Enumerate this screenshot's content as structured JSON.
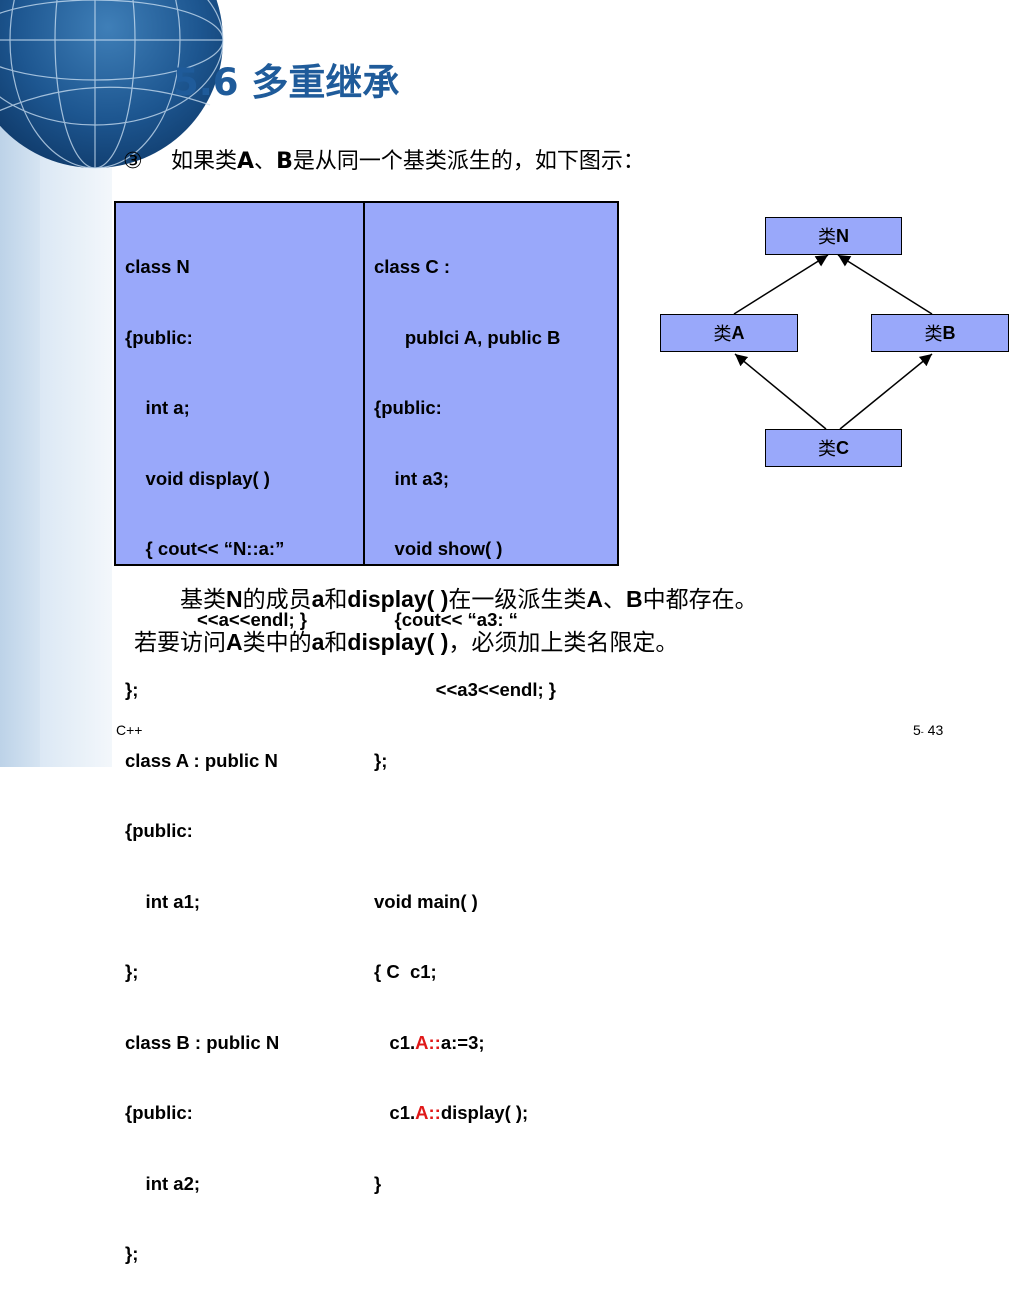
{
  "slide": {
    "title": "5.6 多重继承",
    "bullet": {
      "marker": "③",
      "text_1": "如果类",
      "A": "A",
      "sep": "、",
      "B": "B",
      "text_2": "是从同一个基类派生的，如下图示："
    },
    "code_left": [
      "class N",
      "{public:",
      "    int a;",
      "    void display( )",
      "    { cout<< “N::a:”",
      "              <<a<<endl; }",
      "};",
      "class A : public N",
      "{public:",
      "    int a1;",
      "};",
      "class B : public N",
      "{public:",
      "    int a2;",
      "};"
    ],
    "code_right": {
      "lines_before": [
        "class C :",
        "      publci A, public B",
        "{public:",
        "    int a3;",
        "    void show( )",
        "    {cout<< “a3: “",
        "            <<a3<<endl; }",
        "};",
        "",
        "void main( )",
        "{ C  c1;"
      ],
      "line_12": {
        "pre": "   c1.",
        "red": "A::",
        "post": "a:=3;"
      },
      "line_13": {
        "pre": "   c1.",
        "red": "A::",
        "post": "display( );"
      },
      "line_14": "}"
    },
    "diagram": {
      "node_N": {
        "prefix": "类",
        "name": "N"
      },
      "node_A": {
        "prefix": "类",
        "name": "A"
      },
      "node_B": {
        "prefix": "类",
        "name": "B"
      },
      "node_C": {
        "prefix": "类",
        "name": "C"
      }
    },
    "para1": {
      "p1": "基类",
      "N": "N",
      "p2": "的成员",
      "a": "a",
      "p3": "和",
      "display": "display( )",
      "p4": "在一级派生类",
      "A": "A",
      "p5": "、",
      "B": "B",
      "p6": "中都存在。"
    },
    "para2": {
      "p1": "若要访问",
      "A": "A",
      "p2": "类中的",
      "a": "a",
      "p3": "和",
      "display": "display( )",
      "p4": "，必须加上类名限定。"
    },
    "footer": {
      "left": "C++",
      "page_prefix": "5",
      "page_dot": "-",
      "page_num": " 43"
    },
    "colors": {
      "title": "#1f5b9a",
      "box_fill": "#99a8fa",
      "highlight": "#e01818"
    }
  }
}
